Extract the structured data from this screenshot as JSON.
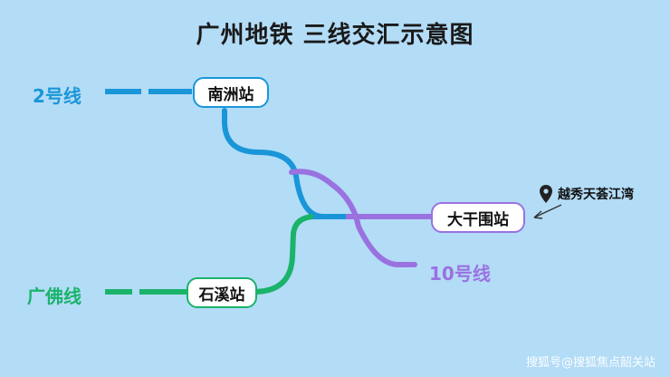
{
  "title": "广州地铁 三线交汇示意图",
  "colors": {
    "background": "#b3dcf7",
    "line2": "#1a96d8",
    "line_guangfo": "#1ab36a",
    "line10": "#9a72e0"
  },
  "lines": {
    "line2": "2号线",
    "line_guangfo": "广佛线",
    "line10": "10号线"
  },
  "stations": {
    "nanzhou": "南洲站",
    "shixi": "石溪站",
    "daganwei": "大干围站"
  },
  "poi": {
    "label": "越秀天荟江湾",
    "icon": "map-pin-icon"
  },
  "watermark": "搜狐号@搜狐焦点韶关站"
}
